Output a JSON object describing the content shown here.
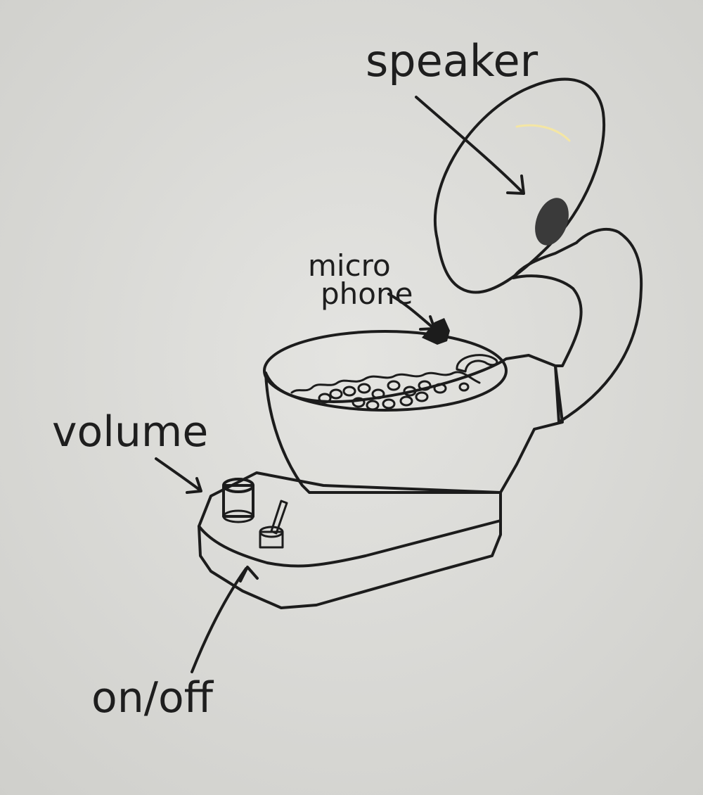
{
  "labels": {
    "speaker": "speaker",
    "micro": "micro",
    "phone": "phone",
    "volume": "volume",
    "onoff": "on/off"
  },
  "colors": {
    "paper": "#dcdcd8",
    "body_fill": "#e3bf22",
    "ink": "#1c1c1c",
    "speaker_hole": "#3a3a3a"
  }
}
